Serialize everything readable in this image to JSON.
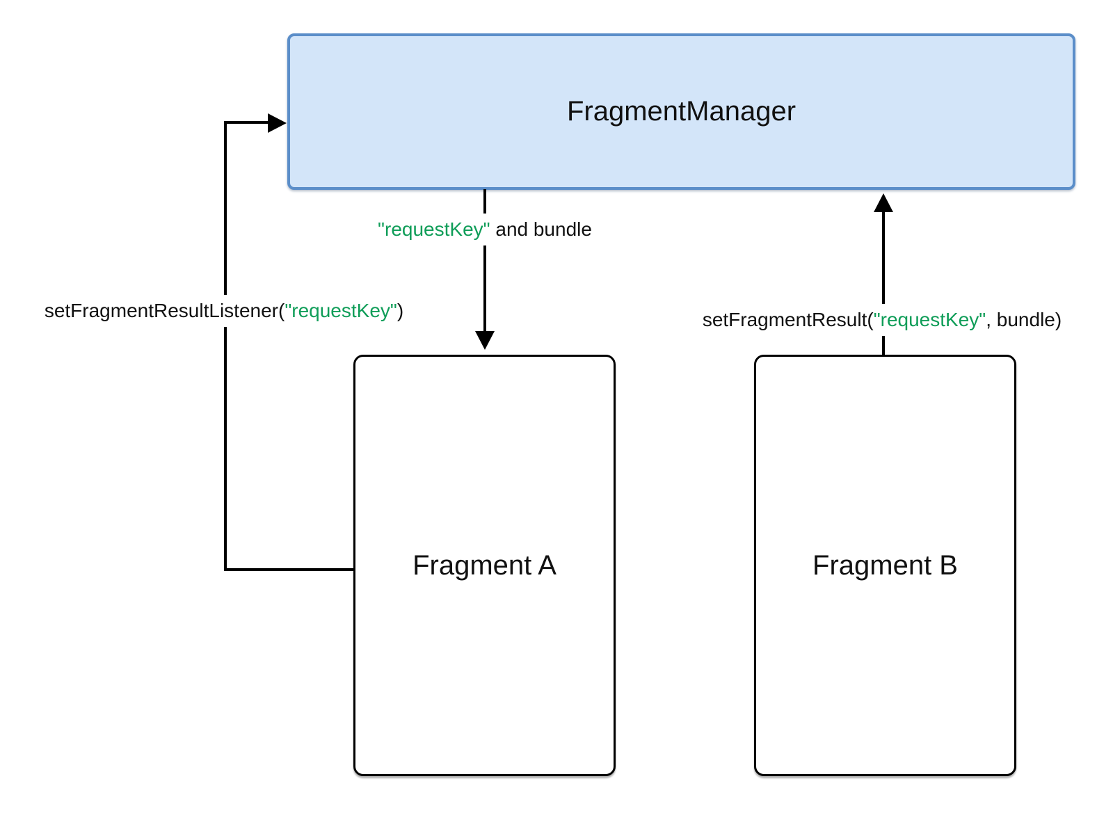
{
  "diagram": {
    "title_hint": "Fragment Result API communication diagram",
    "colors": {
      "background": "#ffffff",
      "manager_fill": "#d3e5f9",
      "manager_border": "#5b8ec9",
      "line_black": "#000000",
      "accent_green": "#0f9d58"
    },
    "nodes": {
      "fragment_manager": {
        "label": "FragmentManager"
      },
      "fragment_a": {
        "label": "Fragment A"
      },
      "fragment_b": {
        "label": "Fragment B"
      }
    },
    "edges": {
      "request_key_and_bundle": {
        "key": "\"requestKey\"",
        "suffix": " and bundle",
        "direction": "FragmentManager to Fragment A",
        "style": "solid-with-label-gap, arrow down"
      },
      "set_fragment_result_listener": {
        "prefix": "setFragmentResultListener(",
        "key": "\"requestKey\"",
        "suffix": ")",
        "direction": "Fragment A to FragmentManager",
        "style": "elbow, arrow right into manager"
      },
      "set_fragment_result": {
        "prefix": "setFragmentResult(",
        "key": "\"requestKey\"",
        "suffix": ", bundle)",
        "direction": "Fragment B to FragmentManager",
        "style": "solid-with-label-gap, arrow up"
      }
    }
  }
}
